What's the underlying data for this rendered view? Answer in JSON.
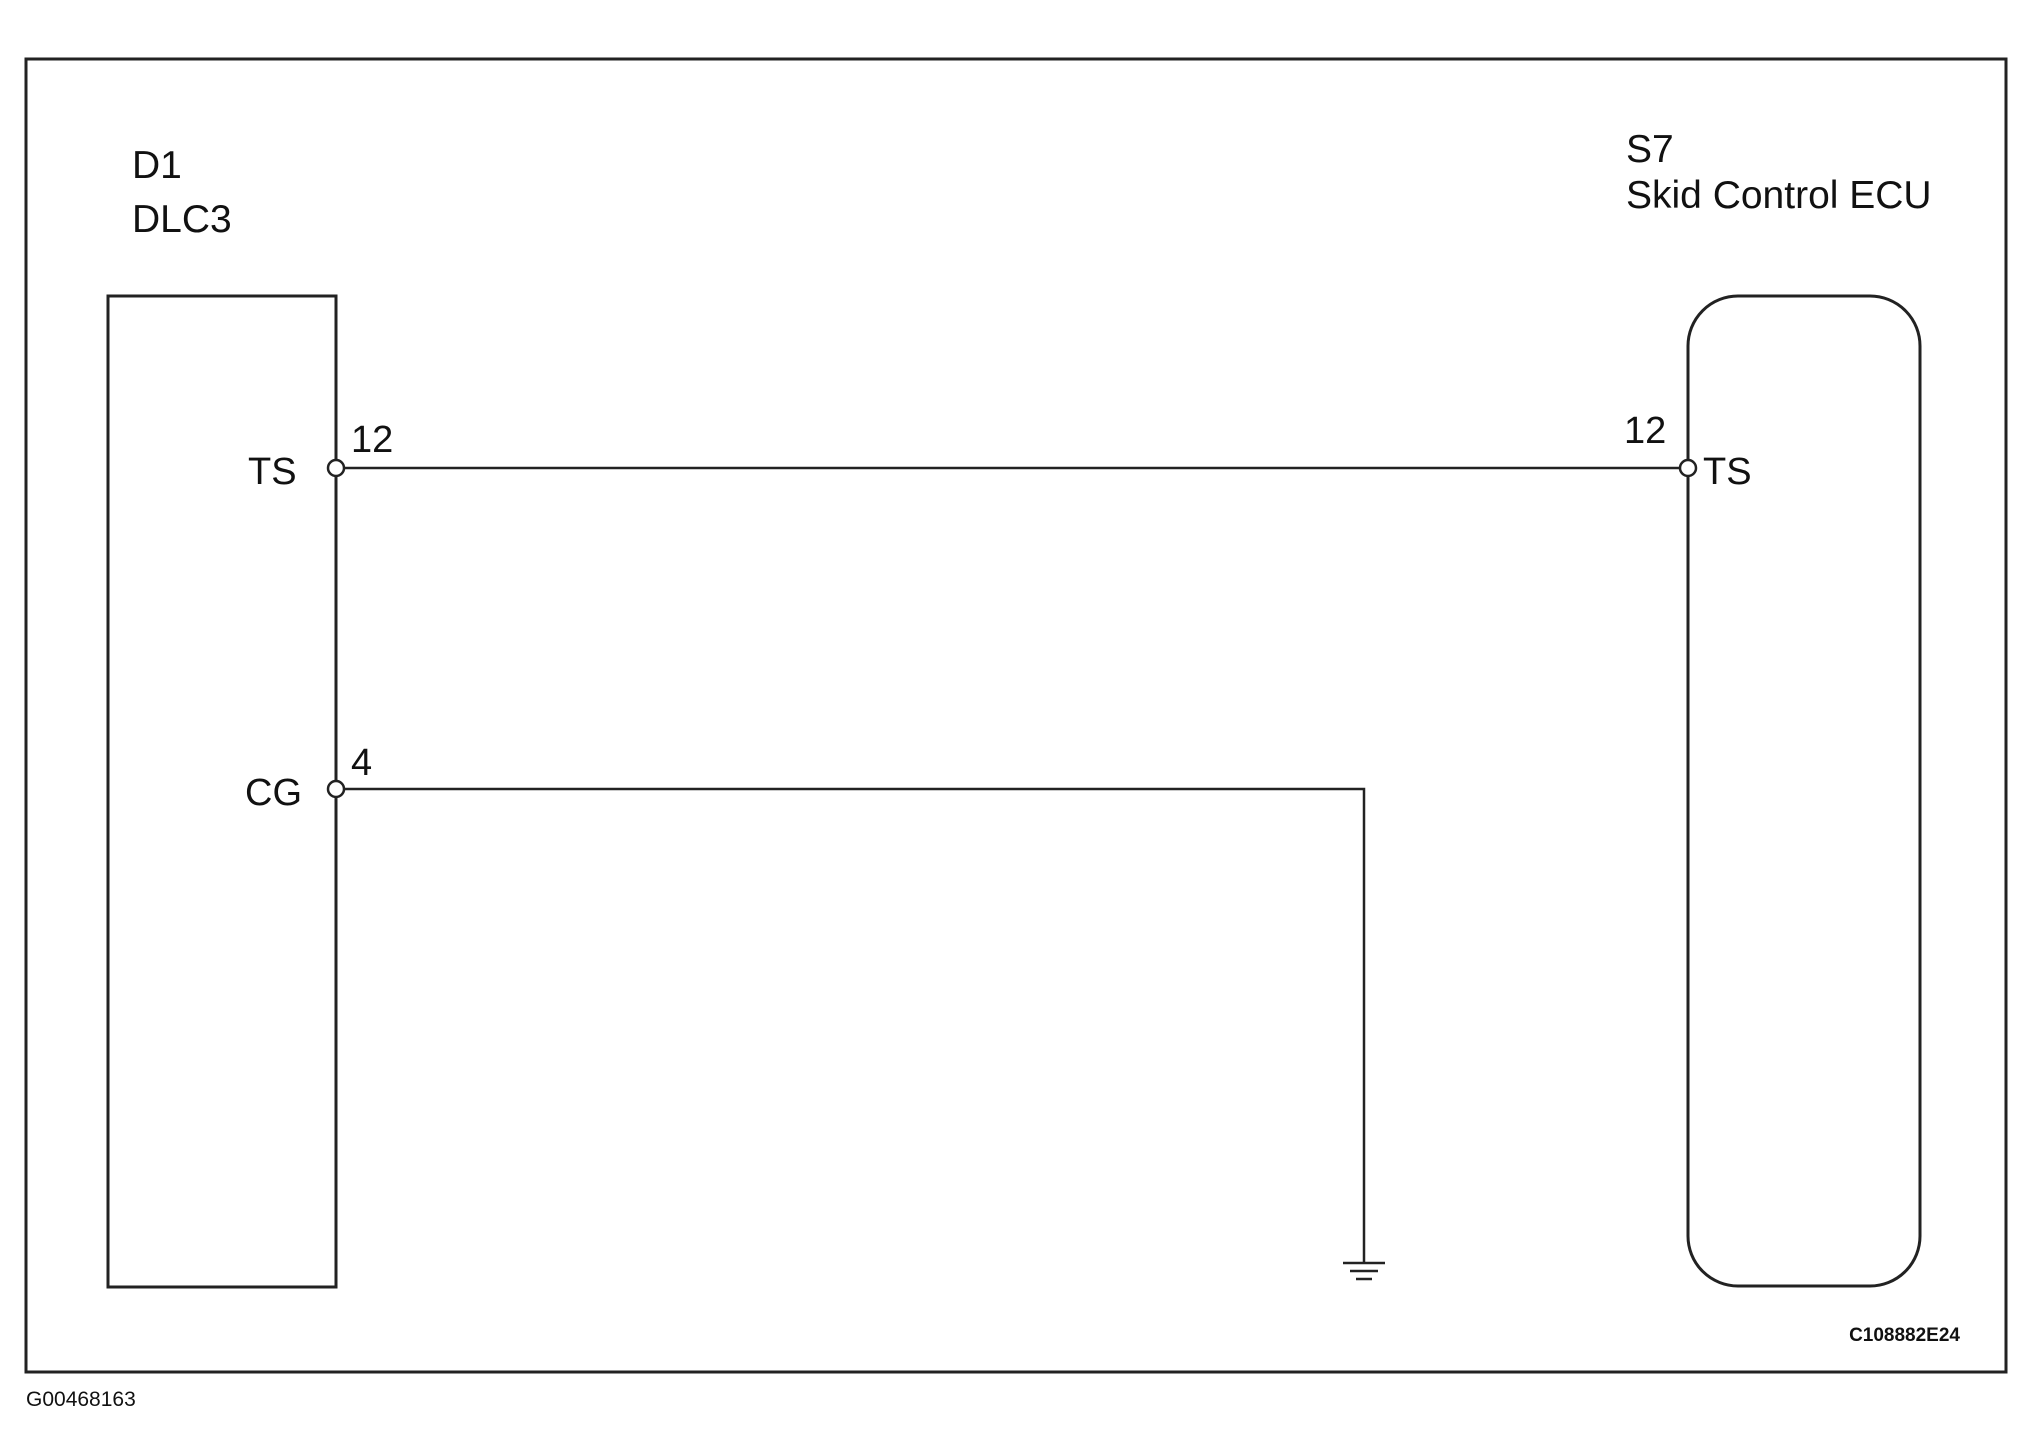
{
  "figure_code": "C108882E24",
  "figure_id": "G00468163",
  "colors": {
    "line": "#222222",
    "background": "#ffffff"
  },
  "left_component": {
    "ref": "D1",
    "name": "DLC3",
    "terminals": [
      {
        "name": "TS",
        "pin": "12"
      },
      {
        "name": "CG",
        "pin": "4"
      }
    ]
  },
  "right_component": {
    "ref": "S7",
    "name": "Skid Control ECU",
    "terminals": [
      {
        "name": "TS",
        "pin": "12"
      }
    ]
  },
  "ground": {
    "icon": "ground-symbol-icon"
  }
}
